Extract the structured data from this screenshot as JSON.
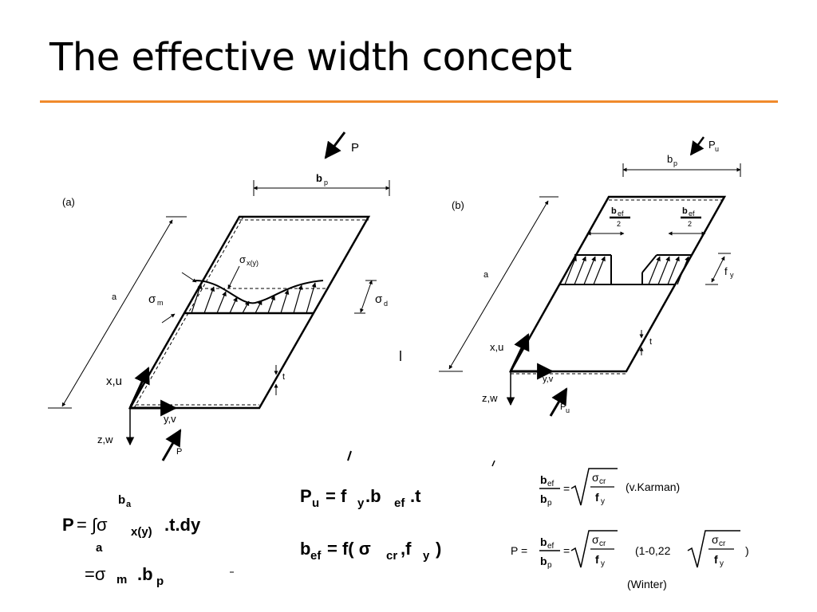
{
  "slide": {
    "title": "The effective width concept",
    "accent_color": "#f08a2c"
  },
  "figure_a": {
    "tag": "(a)",
    "load": "P",
    "width_b": "b",
    "width_p": "p",
    "length": "a",
    "sigma_x": "σ",
    "sigma_x_sub": "x(y)",
    "sigma_m": "σ",
    "sigma_m_sub": "m",
    "sigma_d": "σ",
    "sigma_d_sub": "d",
    "thickness": "t",
    "axis_x": "x,u",
    "axis_y": "y,v",
    "axis_z": "z,w",
    "load_bottom": "P"
  },
  "figure_b": {
    "tag": "(b)",
    "load": "P",
    "load_sub": "u",
    "width_b": "b",
    "width_p": "p",
    "bef": "b",
    "bef_sub": "ef",
    "half": "2",
    "fy": "f",
    "fy_sub": "y",
    "length": "a",
    "thickness": "t",
    "axis_x": "x,u",
    "axis_y": "y,v",
    "axis_z": "z,w",
    "load_bottom": "P",
    "load_bottom_sub": "u"
  },
  "equations": {
    "integral_upper": "b",
    "integral_upper_sub": "a",
    "integral_lower": "a",
    "eq1_lhs": "P",
    "eq1_body": "= ∫σ",
    "eq1_sub": "x(y)",
    "eq1_tail": ".t.dy",
    "eq1_line2": "=σ",
    "eq1_line2_sub": "m",
    "eq1_line2_tail": ".b",
    "eq1_line2_tail_sub": "p",
    "eq2_lhs": "P",
    "eq2_lhs_sub": "u",
    "eq2_rhs": "= f",
    "eq2_rhs_sub1": "y",
    "eq2_rhs_mid": ".b",
    "eq2_rhs_sub2": "ef",
    "eq2_rhs_tail": ".t",
    "eq3_lhs": "b",
    "eq3_lhs_sub": "ef",
    "eq3_rhs": "= f( σ",
    "eq3_rhs_sub1": "cr",
    "eq3_rhs_mid": ",f",
    "eq3_rhs_sub2": "y",
    "eq3_rhs_tail": ")",
    "karman_label": "(v.Karman)",
    "winter_prefix": "P =",
    "winter_factor": "(1-0,22",
    "winter_close": ")",
    "winter_label": "(Winter)",
    "frac_num": "b",
    "frac_num_sub": "ef",
    "frac_den": "b",
    "frac_den_sub": "p",
    "root_num": "σ",
    "root_num_sub": "cr",
    "root_den": "f",
    "root_den_sub": "y",
    "equals": "="
  }
}
